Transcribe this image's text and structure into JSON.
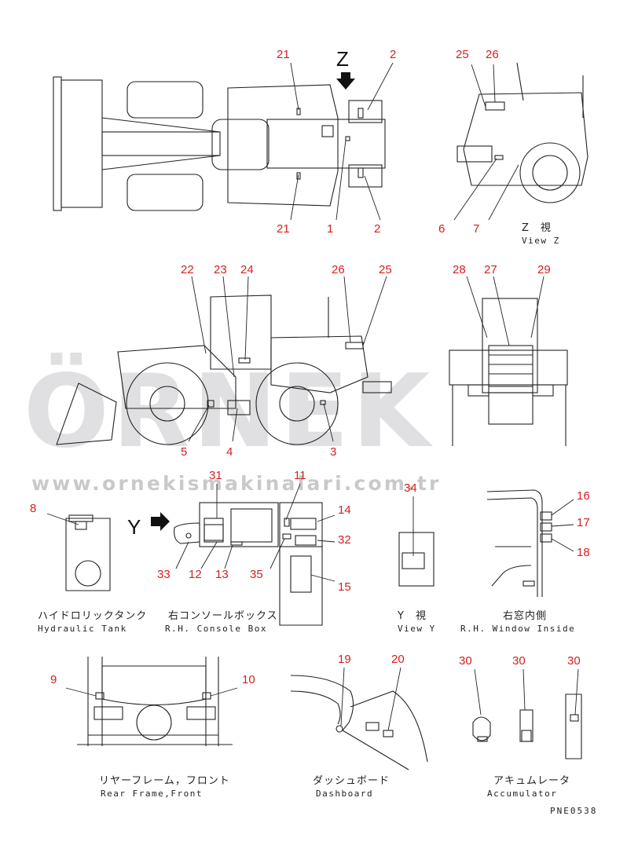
{
  "view_markers": {
    "z": "Z",
    "y": "Y"
  },
  "captions": {
    "view_z_jp": "Z　視",
    "view_z_en": "View Z",
    "hydraulic_jp": "ハイドロリックタンク",
    "hydraulic_en": "Hydraulic Tank",
    "console_jp": "右コンソールボックス",
    "console_en": "R.H. Console Box",
    "view_y_jp": "Y　視",
    "view_y_en": "View Y",
    "window_jp": "右窓内側",
    "window_en": "R.H. Window Inside",
    "rear_jp": "リヤーフレーム，フロント",
    "rear_en": "Rear Frame,Front",
    "dash_jp": "ダッシュボード",
    "dash_en": "Dashboard",
    "acc_jp": "アキュムレータ",
    "acc_en": "Accumulator"
  },
  "drawing_code": "PNE0538",
  "watermark": {
    "brand": "ÖRNEK",
    "url": "www.ornekismakinalari.com.tr"
  },
  "callouts": [
    {
      "id": "c21a",
      "label": "21"
    },
    {
      "id": "c2a",
      "label": "2"
    },
    {
      "id": "c21b",
      "label": "21"
    },
    {
      "id": "c1",
      "label": "1"
    },
    {
      "id": "c2b",
      "label": "2"
    },
    {
      "id": "c25a",
      "label": "25"
    },
    {
      "id": "c26a",
      "label": "26"
    },
    {
      "id": "c6",
      "label": "6"
    },
    {
      "id": "c7",
      "label": "7"
    },
    {
      "id": "c22",
      "label": "22"
    },
    {
      "id": "c23",
      "label": "23"
    },
    {
      "id": "c24",
      "label": "24"
    },
    {
      "id": "c26b",
      "label": "26"
    },
    {
      "id": "c25b",
      "label": "25"
    },
    {
      "id": "c5",
      "label": "5"
    },
    {
      "id": "c4",
      "label": "4"
    },
    {
      "id": "c3",
      "label": "3"
    },
    {
      "id": "c28",
      "label": "28"
    },
    {
      "id": "c27",
      "label": "27"
    },
    {
      "id": "c29",
      "label": "29"
    },
    {
      "id": "c8",
      "label": "8"
    },
    {
      "id": "c31",
      "label": "31"
    },
    {
      "id": "c11",
      "label": "11"
    },
    {
      "id": "c14",
      "label": "14"
    },
    {
      "id": "c32",
      "label": "32"
    },
    {
      "id": "c33",
      "label": "33"
    },
    {
      "id": "c12",
      "label": "12"
    },
    {
      "id": "c13",
      "label": "13"
    },
    {
      "id": "c35",
      "label": "35"
    },
    {
      "id": "c15",
      "label": "15"
    },
    {
      "id": "c34",
      "label": "34"
    },
    {
      "id": "c16",
      "label": "16"
    },
    {
      "id": "c17",
      "label": "17"
    },
    {
      "id": "c18",
      "label": "18"
    },
    {
      "id": "c9",
      "label": "9"
    },
    {
      "id": "c10",
      "label": "10"
    },
    {
      "id": "c19",
      "label": "19"
    },
    {
      "id": "c20",
      "label": "20"
    },
    {
      "id": "c30a",
      "label": "30"
    },
    {
      "id": "c30b",
      "label": "30"
    },
    {
      "id": "c30c",
      "label": "30"
    }
  ]
}
